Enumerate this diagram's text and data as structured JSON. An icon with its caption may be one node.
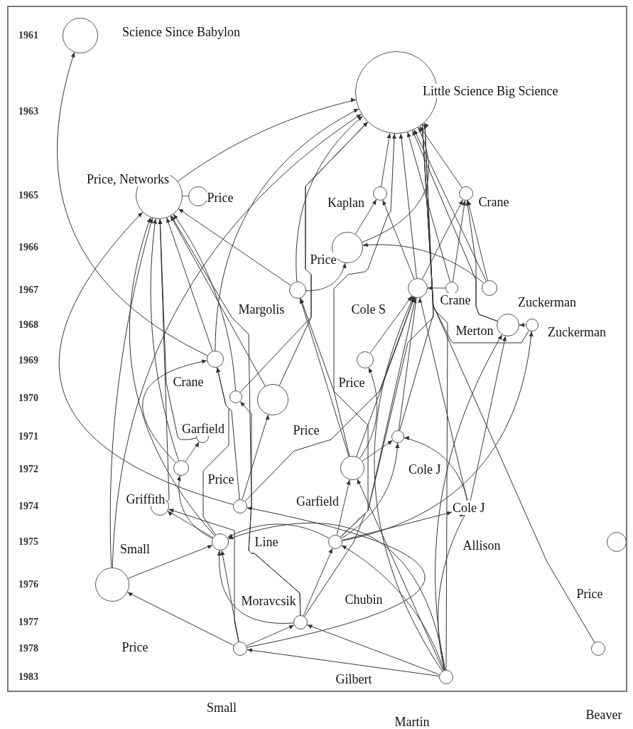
{
  "diagram": {
    "nodes": [
      {
        "text": [
          "Science Since Babylon"
        ]
      },
      {
        "text": [
          "Little Science Big Science"
        ]
      },
      {
        "text": [
          "Price, Networks"
        ]
      },
      {
        "text": [
          "Price"
        ]
      },
      {
        "text": [
          "Kaplan"
        ]
      },
      {
        "text": [
          "Crane"
        ]
      },
      {
        "text": [
          "Price"
        ]
      },
      {
        "text": [
          "Margolis"
        ]
      },
      {
        "text": [
          "Cole S"
        ]
      },
      {
        "text": [
          "Crane"
        ]
      },
      {
        "text": [
          "Zuckerman"
        ]
      },
      {
        "text": [
          "Merton"
        ]
      },
      {
        "text": [
          "Zuckerman"
        ]
      },
      {
        "text": [
          "Crane"
        ]
      },
      {
        "text": [
          "Price"
        ]
      },
      {
        "text": [],
        "shape": "circle"
      },
      {
        "text": [
          "Price"
        ]
      },
      {
        "text": [
          "Garfield"
        ]
      },
      {
        "text": [
          "Cole J"
        ]
      },
      {
        "text": [],
        "shape": "circle"
      },
      {
        "text": [
          "Garfield"
        ]
      },
      {
        "text": [
          "Price"
        ]
      },
      {
        "text": [
          "Griffith"
        ]
      },
      {
        "text": [
          "Cole J"
        ]
      },
      {
        "text": [
          "Small"
        ]
      },
      {
        "text": [
          "Line"
        ]
      },
      {
        "text": [
          "Price"
        ]
      },
      {
        "text": [
          "Price"
        ]
      },
      {
        "text": [
          "Moravcsik"
        ]
      },
      {
        "text": [
          "Small"
        ]
      },
      {
        "text": [
          "Beaver"
        ]
      },
      {
        "text": [
          "Martin"
        ]
      },
      {
        "text": [
          "Allison"
        ]
      },
      {
        "text": [
          "Chubin"
        ]
      },
      {
        "text": [
          "Gilbert"
        ]
      }
    ],
    "edges": [
      {
        "from": 13,
        "to": 0,
        "arrow": "to"
      },
      {
        "from": 2,
        "to": 1,
        "arrow": "to"
      },
      {
        "from": 3,
        "to": 2,
        "arrow": "to"
      },
      {
        "from": 4,
        "to": 1,
        "arrow": "to"
      },
      {
        "from": 5,
        "to": 1,
        "arrow": "to"
      },
      {
        "from": 6,
        "to": 1,
        "arrow": "to"
      },
      {
        "from": 6,
        "to": 4,
        "arrow": "to"
      },
      {
        "from": 7,
        "to": 1,
        "arrow": "to"
      },
      {
        "from": 7,
        "to": 6,
        "arrow": "to"
      },
      {
        "from": 7,
        "to": 2,
        "arrow": "to"
      },
      {
        "from": 8,
        "to": 1,
        "arrow": "to"
      },
      {
        "from": 8,
        "to": 5,
        "arrow": "to"
      },
      {
        "from": 8,
        "to": 4,
        "arrow": "to"
      },
      {
        "from": 9,
        "to": 1,
        "arrow": "to"
      },
      {
        "from": 9,
        "to": 5,
        "arrow": "to"
      },
      {
        "from": 9,
        "to": 8,
        "arrow": "to"
      },
      {
        "from": 10,
        "to": 1,
        "arrow": "to"
      },
      {
        "from": 10,
        "to": 5,
        "arrow": "to"
      },
      {
        "from": 10,
        "to": 6,
        "arrow": "to"
      },
      {
        "from": 11,
        "to": 1,
        "arrow": "to"
      },
      {
        "from": 11,
        "to": 5,
        "arrow": "to"
      },
      {
        "from": 12,
        "to": 11,
        "arrow": "to"
      },
      {
        "from": 12,
        "to": 1,
        "arrow": "to"
      },
      {
        "from": 13,
        "to": 2,
        "arrow": "to"
      },
      {
        "from": 13,
        "to": 1,
        "arrow": "to"
      },
      {
        "from": 14,
        "to": 8,
        "arrow": "to"
      },
      {
        "from": 15,
        "to": 1,
        "arrow": "to"
      },
      {
        "from": 15,
        "to": 2,
        "arrow": "to"
      },
      {
        "from": 16,
        "to": 2,
        "arrow": "to"
      },
      {
        "from": 16,
        "to": 1,
        "arrow": "to"
      },
      {
        "from": 17,
        "to": 2,
        "arrow": "to"
      },
      {
        "from": 18,
        "to": 8,
        "arrow": "to"
      },
      {
        "from": 18,
        "to": 1,
        "arrow": "to"
      },
      {
        "from": 19,
        "to": 17,
        "arrow": "to"
      },
      {
        "from": 19,
        "to": 2,
        "arrow": "to"
      },
      {
        "from": 19,
        "to": 13,
        "arrow": "to"
      },
      {
        "from": 20,
        "to": 18,
        "arrow": "to"
      },
      {
        "from": 20,
        "to": 14,
        "arrow": "to"
      },
      {
        "from": 20,
        "to": 8,
        "arrow": "to"
      },
      {
        "from": 20,
        "to": 1,
        "arrow": "to"
      },
      {
        "from": 20,
        "to": 7,
        "arrow": "to"
      },
      {
        "from": 21,
        "to": 2,
        "arrow": "to"
      },
      {
        "from": 21,
        "to": 16,
        "arrow": "to"
      },
      {
        "from": 21,
        "to": 13,
        "arrow": "to"
      },
      {
        "from": 21,
        "to": 8,
        "arrow": "to"
      },
      {
        "from": 22,
        "to": 2,
        "arrow": "to"
      },
      {
        "from": 23,
        "to": 18,
        "arrow": "to"
      },
      {
        "from": 23,
        "to": 8,
        "arrow": "to"
      },
      {
        "from": 23,
        "to": 11,
        "arrow": "to"
      },
      {
        "from": 24,
        "to": 2,
        "arrow": "to"
      },
      {
        "from": 24,
        "to": 19,
        "arrow": "to"
      },
      {
        "from": 24,
        "to": 22,
        "arrow": "to"
      },
      {
        "from": 24,
        "to": 13,
        "arrow": "to"
      },
      {
        "from": 25,
        "to": 24,
        "arrow": "to"
      },
      {
        "from": 25,
        "to": 18,
        "arrow": "to"
      },
      {
        "from": 25,
        "to": 7,
        "arrow": "to"
      },
      {
        "from": 25,
        "to": 20,
        "arrow": "to"
      },
      {
        "from": 25,
        "to": 23,
        "arrow": "to"
      },
      {
        "from": 25,
        "to": 12,
        "arrow": "to"
      },
      {
        "from": 25,
        "to": 1,
        "arrow": "to"
      },
      {
        "from": 27,
        "to": 2,
        "arrow": "to"
      },
      {
        "from": 27,
        "to": 24,
        "arrow": "to"
      },
      {
        "from": 27,
        "to": 1,
        "arrow": "to"
      },
      {
        "from": 28,
        "to": 24,
        "arrow": "to"
      },
      {
        "from": 28,
        "to": 25,
        "arrow": "to"
      },
      {
        "from": 28,
        "to": 15,
        "arrow": "to"
      },
      {
        "from": 28,
        "to": 8,
        "arrow": "to"
      },
      {
        "from": 28,
        "to": 2,
        "arrow": "to"
      },
      {
        "from": 29,
        "to": 24,
        "arrow": "to"
      },
      {
        "from": 29,
        "to": 28,
        "arrow": "to"
      },
      {
        "from": 29,
        "to": 22,
        "arrow": "to"
      },
      {
        "from": 29,
        "to": 21,
        "arrow": "to"
      },
      {
        "from": 29,
        "to": 27,
        "arrow": "to"
      },
      {
        "from": 30,
        "to": 1,
        "arrow": "to"
      },
      {
        "from": 31,
        "to": 1,
        "arrow": "to"
      },
      {
        "from": 31,
        "to": 20,
        "arrow": "to"
      },
      {
        "from": 31,
        "to": 23,
        "arrow": "to"
      },
      {
        "from": 31,
        "to": 24,
        "arrow": "to"
      },
      {
        "from": 31,
        "to": 25,
        "arrow": "to"
      },
      {
        "from": 31,
        "to": 28,
        "arrow": "to"
      },
      {
        "from": 31,
        "to": 11,
        "arrow": "to"
      },
      {
        "from": 31,
        "to": 8,
        "arrow": "to"
      },
      {
        "from": 31,
        "to": 29,
        "arrow": "to"
      }
    ],
    "labels": [
      "1961",
      "1963",
      "1965",
      "1966",
      "1967",
      "1968",
      "1969",
      "1970",
      "1971",
      "1972",
      "1974",
      "1975",
      "1976",
      "1977",
      "1978",
      "1983"
    ]
  }
}
